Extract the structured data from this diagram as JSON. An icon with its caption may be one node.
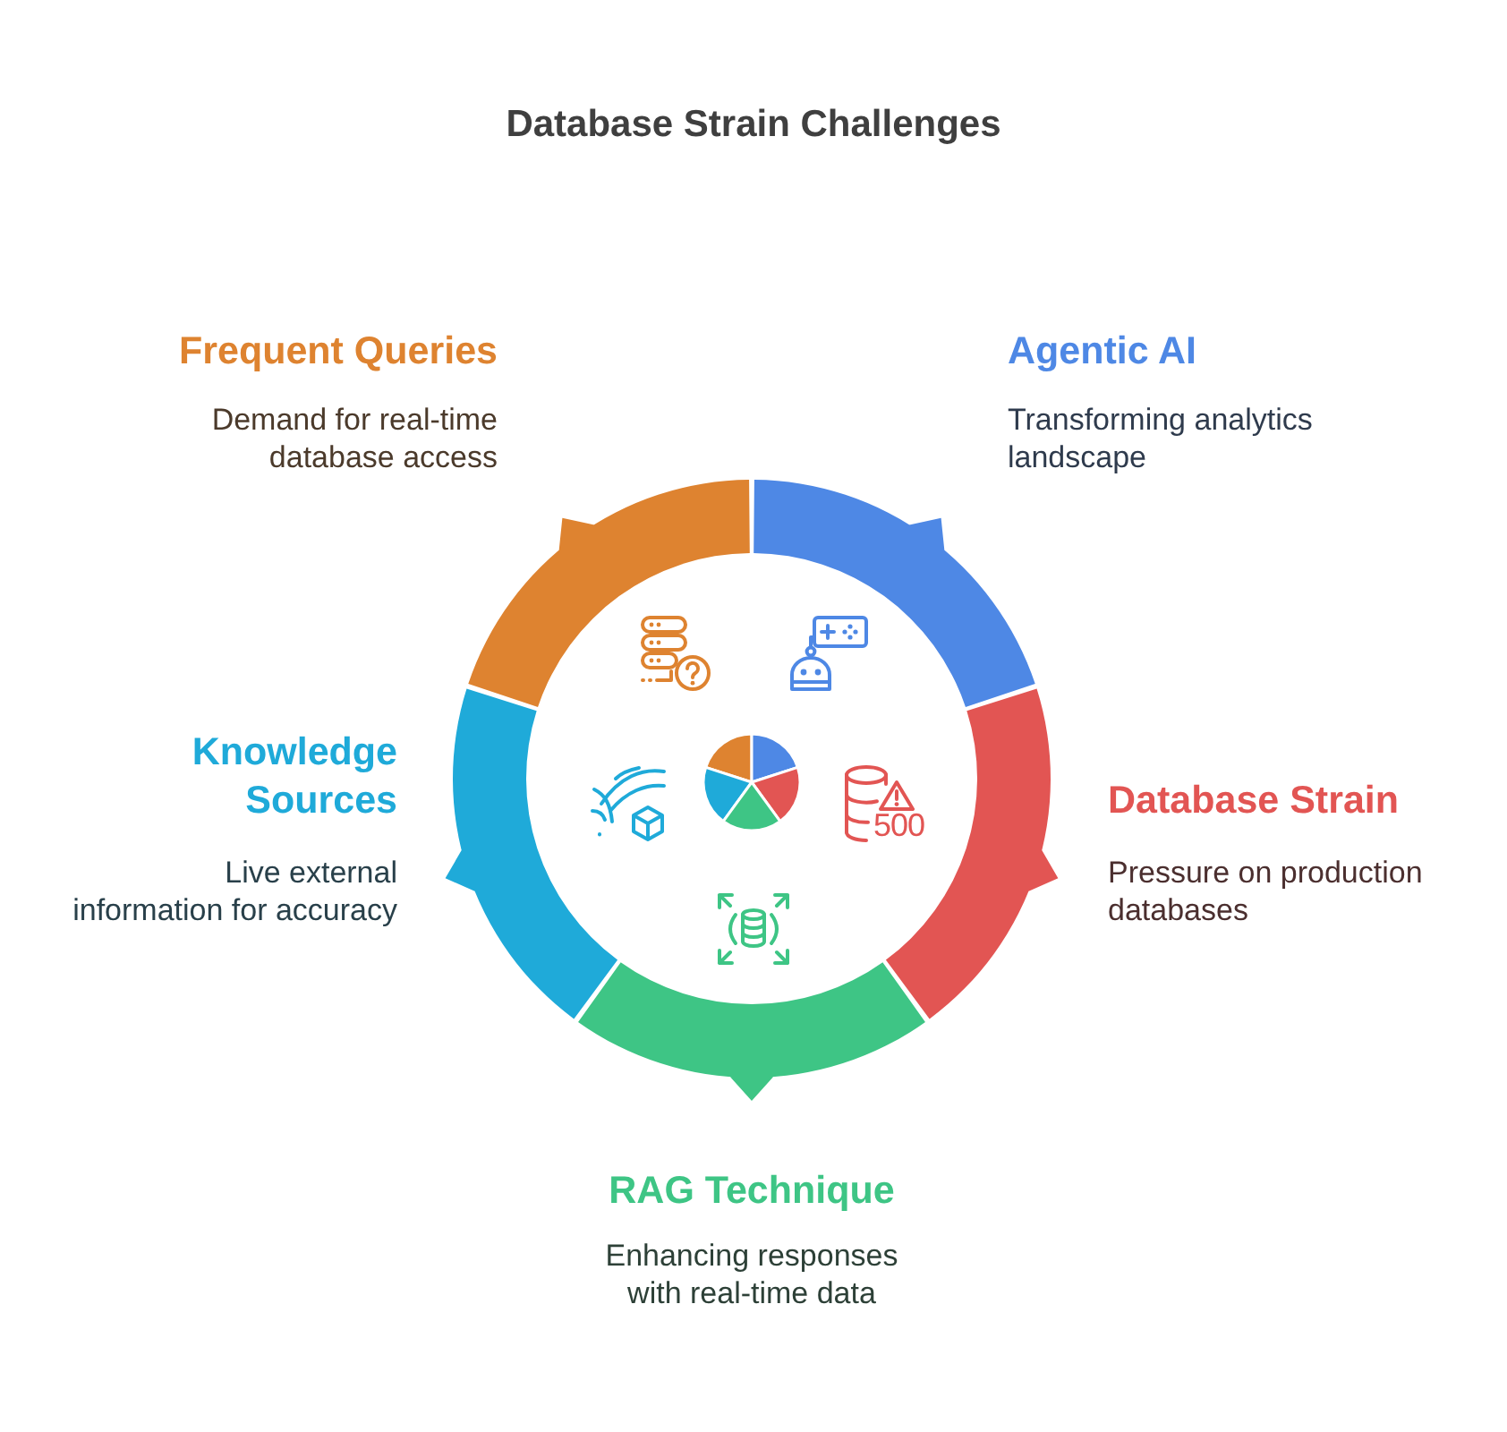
{
  "diagram": {
    "title": "Database Strain Challenges",
    "nodes": [
      {
        "text": [
          "Frequent Queries",
          "Demand for real-time database access"
        ]
      },
      {
        "text": [
          "Agentic AI",
          "Transforming analytics landscape"
        ]
      },
      {
        "text": [
          "Knowledge Sources",
          "Live external information for accuracy"
        ]
      },
      {
        "text": [
          "Database Strain",
          "Pressure on production databases"
        ]
      },
      {
        "text": [
          "RAG Technique",
          "Enhancing responses with real-time data"
        ]
      }
    ],
    "labels": [
      "500"
    ]
  }
}
